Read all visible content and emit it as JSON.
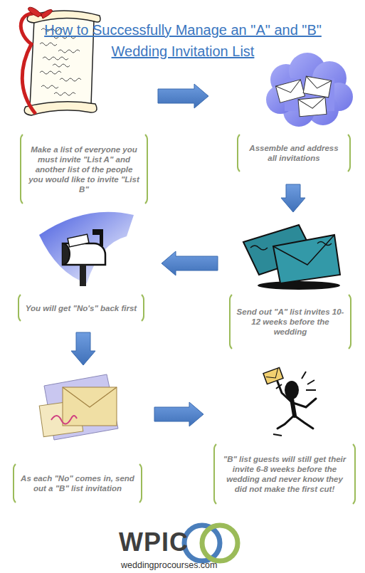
{
  "diagram": {
    "title": "How to Successfully Manage an \"A\" and \"B\" Wedding Invitation List",
    "nodes": [
      {
        "text": [
          "Make a list of everyone you must invite \"List A\" and another list of the people you would like to invite \"List B\""
        ]
      },
      {
        "text": [
          "Assemble and address all invitations"
        ]
      },
      {
        "text": [
          "Send out \"A\" list invites 10-12 weeks before the wedding"
        ]
      },
      {
        "text": [
          "You will get \"No's\" back first"
        ]
      },
      {
        "text": [
          "As each \"No\" comes in, send out a \"B\" list invitation"
        ]
      },
      {
        "text": [
          "\"B\" list guests will still get their invite 6-8 weeks before the wedding and never know they did not make the first cut!"
        ]
      }
    ],
    "edges": [
      {
        "from": 0,
        "to": 1,
        "arrow": "to"
      },
      {
        "from": 1,
        "to": 2,
        "arrow": "to"
      },
      {
        "from": 2,
        "to": 3,
        "arrow": "to"
      },
      {
        "from": 3,
        "to": 4,
        "arrow": "to"
      },
      {
        "from": 4,
        "to": 5,
        "arrow": "to"
      }
    ],
    "labels": [
      "WPIC",
      "weddingprocourses.com"
    ]
  }
}
